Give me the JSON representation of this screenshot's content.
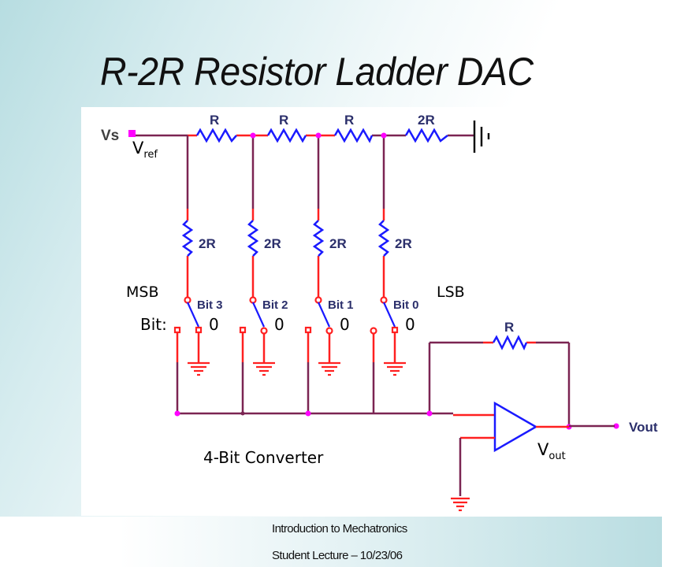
{
  "slide": {
    "title": "R-2R Resistor Ladder DAC",
    "footer_line1": "Introduction to Mechatronics",
    "footer_line2": "Student Lecture – 10/23/06"
  },
  "schematic": {
    "source_label": "Vs",
    "vref_main": "V",
    "vref_sub": "ref",
    "ladder_resistors": [
      "R",
      "R",
      "R",
      "2R"
    ],
    "leg_resistors": [
      "2R",
      "2R",
      "2R",
      "2R"
    ],
    "switch_labels": [
      "Bit 3",
      "Bit 2",
      "Bit 1",
      "Bit 0"
    ],
    "feedback_resistor": "R",
    "output_label": "Vout",
    "colors": {
      "wire": "#7b2452",
      "active_wire": "#ff2020",
      "resistor": "#1a1aff",
      "node": "#ff00ff",
      "label": "#2b2f6b"
    }
  },
  "annotations": {
    "msb": "MSB",
    "lsb": "LSB",
    "bit_prefix": "Bit:",
    "bit_values": [
      "0",
      "0",
      "0",
      "0"
    ],
    "converter_label": "4-Bit Converter",
    "vout_main": "V",
    "vout_sub": "out"
  }
}
